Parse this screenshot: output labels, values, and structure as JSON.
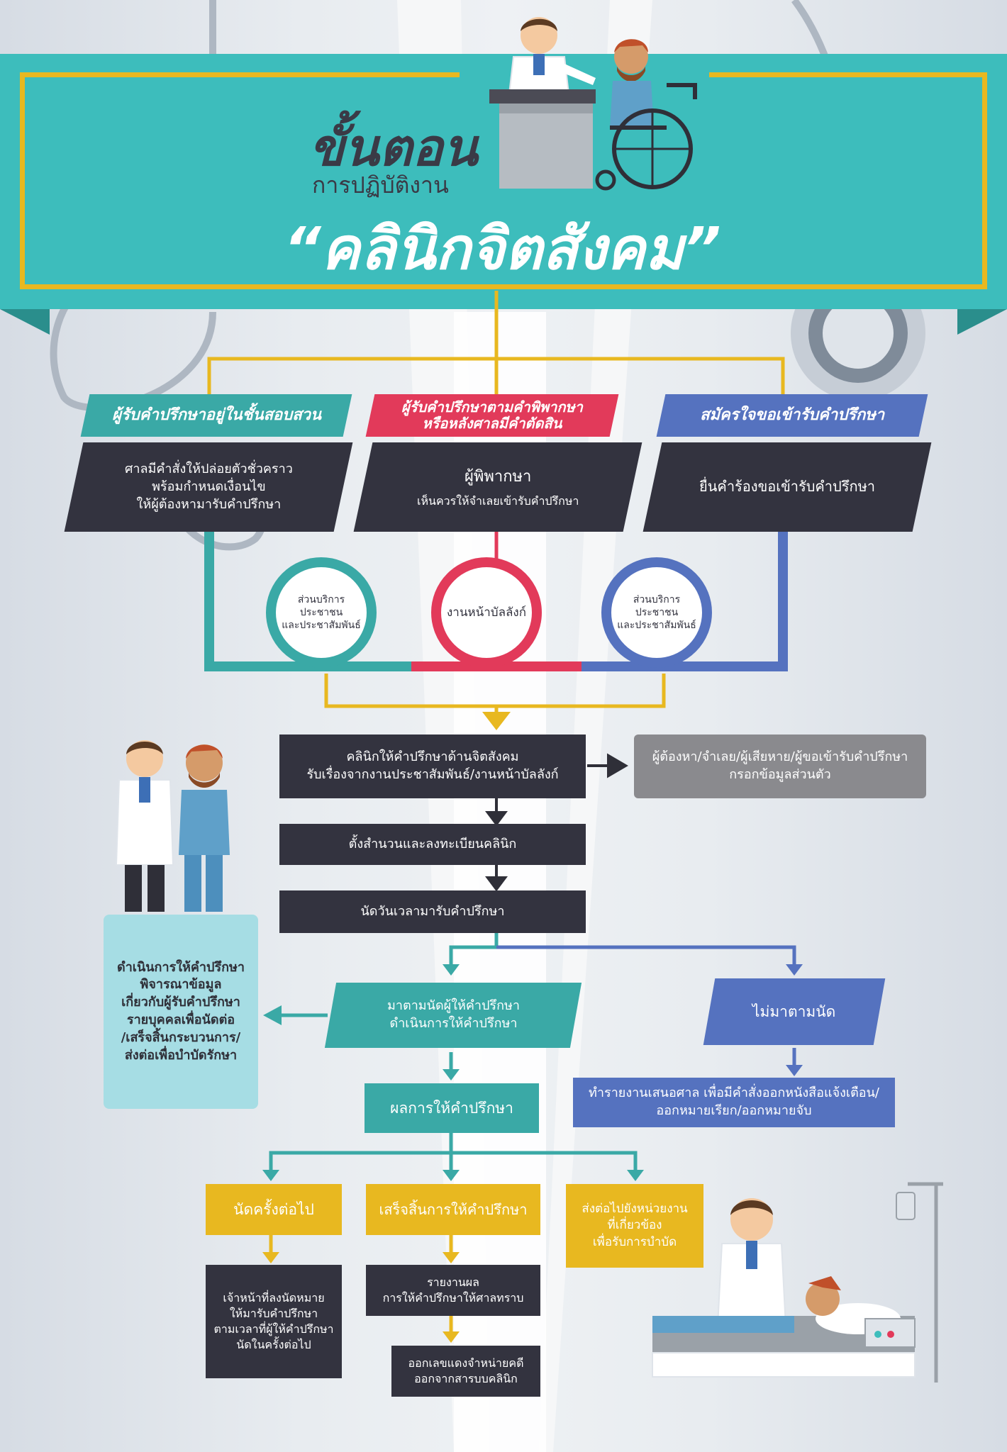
{
  "header": {
    "title_line1": "ขั้นตอน",
    "title_line2": "การปฏิบัติงาน",
    "title_line3": "“คลินิกจิตสังคม”"
  },
  "categories": [
    {
      "title": "ผู้รับคำปรึกษาอยู่ในชั้นสอบสวน",
      "body": "ศาลมีคำสั่งให้ปล่อยตัวชั่วคราว\nพร้อมกำหนดเงื่อนไข\nให้ผู้ต้องหามารับคำปรึกษา",
      "circle": "ส่วนบริการ\nประชาชน\nและประชาสัมพันธ์"
    },
    {
      "title": "ผู้รับคำปรึกษาตามคำพิพากษา\nหรือหลังศาลมีคำตัดสิน",
      "body_heading": "ผู้พิพากษา",
      "body": "เห็นควรให้จำเลยเข้ารับคำปรึกษา",
      "circle": "งานหน้าบัลลังก์"
    },
    {
      "title": "สมัครใจขอเข้ารับคำปรึกษา",
      "body": "ยื่นคำร้องขอเข้ารับคำปรึกษา",
      "circle": "ส่วนบริการ\nประชาชน\nและประชาสัมพันธ์"
    }
  ],
  "flow": {
    "step1": "คลินิกให้คำปรึกษาด้านจิตสังคม\nรับเรื่องจากงานประชาสัมพันธ์/งานหน้าบัลลังก์",
    "step1_side": "ผู้ต้องหา/จำเลย/ผู้เสียหาย/ผู้ขอเข้ารับคำปรึกษา\nกรอกข้อมูลส่วนตัว",
    "step2": "ตั้งสำนวนและลงทะเบียนคลินิก",
    "step3": "นัดวันเวลามารับคำปรึกษา",
    "attend": "มาตามนัดผู้ให้คำปรึกษา\nดำเนินการให้คำปรึกษา",
    "attend_side": "ดำเนินการให้คำปรึกษา\nพิจารณาข้อมูล\nเกี่ยวกับผู้รับคำปรึกษา\nรายบุคคลเพื่อนัดต่อ\n/เสร็จสิ้นกระบวนการ/\nส่งต่อเพื่อบำบัดรักษา",
    "no_show": "ไม่มาตามนัด",
    "no_show_result": "ทำรายงานเสนอศาล เพื่อมีคำสั่งออกหนังสือแจ้งเตือน/\nออกหมายเรียก/ออกหมายจับ",
    "result": "ผลการให้คำปรึกษา",
    "outcome_next": "นัดครั้งต่อไป",
    "outcome_next_detail": "เจ้าหน้าที่ลงนัดหมาย\nให้มารับคำปรึกษา\nตามเวลาที่ผู้ให้คำปรึกษา\nนัดในครั้งต่อไป",
    "outcome_done": "เสร็จสิ้นการให้คำปรึกษา",
    "outcome_done_report": "รายงานผล\nการให้คำปรึกษาให้ศาลทราบ",
    "outcome_done_close": "ออกเลขแดงจำหน่ายคดี\nออกจากสารบบคลินิก",
    "outcome_refer": "ส่งต่อไปยังหน่วยงาน\nที่เกี่ยวข้อง\nเพื่อรับการบำบัด"
  },
  "colors": {
    "teal": "#3aa9a6",
    "header_teal": "#3dbdbc",
    "red": "#e23a5a",
    "blue": "#5572bf",
    "yellow": "#e8b820",
    "dark": "#33333f",
    "gray": "#8a8a8e",
    "light_cyan": "#a6dde4"
  },
  "icons": [
    "doctor-icon",
    "patient-wheelchair-icon",
    "doctor-with-patient-icon",
    "patient-bed-icon",
    "stethoscope-icon"
  ]
}
